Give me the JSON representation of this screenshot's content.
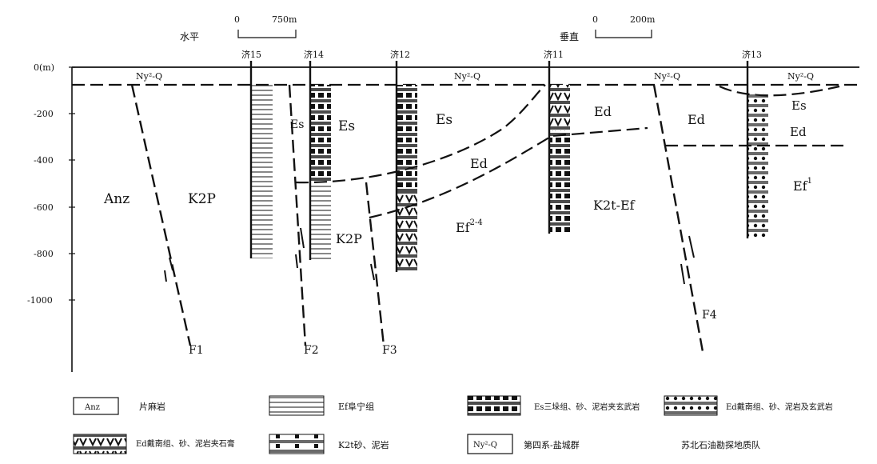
{
  "scales": {
    "horizontal": {
      "label": "水平",
      "zero": "0",
      "value": "750m"
    },
    "vertical": {
      "label": "垂直",
      "zero": "0",
      "value": "200m"
    }
  },
  "depth_axis": [
    "0(m)",
    "-200",
    "-400",
    "-600",
    "-800",
    "-1000"
  ],
  "wells": [
    "济15",
    "济14",
    "济12",
    "济11",
    "济13"
  ],
  "top_unit_label": "Ny²-Q",
  "units": {
    "anz": "Anz",
    "k2p": "K2P",
    "k2p_inner": "K2P",
    "es": "Es",
    "ed": "Ed",
    "k2t_ef": "K2t-Ef",
    "ef1_base": "Ef",
    "ef1_sup": "1",
    "ef24_base": "Ef",
    "ef24_sup": "2-4"
  },
  "faults": [
    "F1",
    "F2",
    "F3",
    "F4"
  ],
  "legend": [
    {
      "code": "Anz",
      "text": "片麻岩"
    },
    {
      "code": "",
      "text": "Ef阜宁组"
    },
    {
      "code": "",
      "text": "Es三垛组、砂、泥岩夹玄武岩"
    },
    {
      "code": "",
      "text": "Ed戴南组、砂、泥岩及玄武岩"
    },
    {
      "code": "",
      "text": "Ed戴南组、砂、泥岩夹石膏"
    },
    {
      "code": "",
      "text": "K2t砂、泥岩"
    },
    {
      "code": "Ny²-Q",
      "text": "第四系-盐城群"
    },
    {
      "code": "",
      "text": "苏北石油勘探地质队"
    }
  ]
}
